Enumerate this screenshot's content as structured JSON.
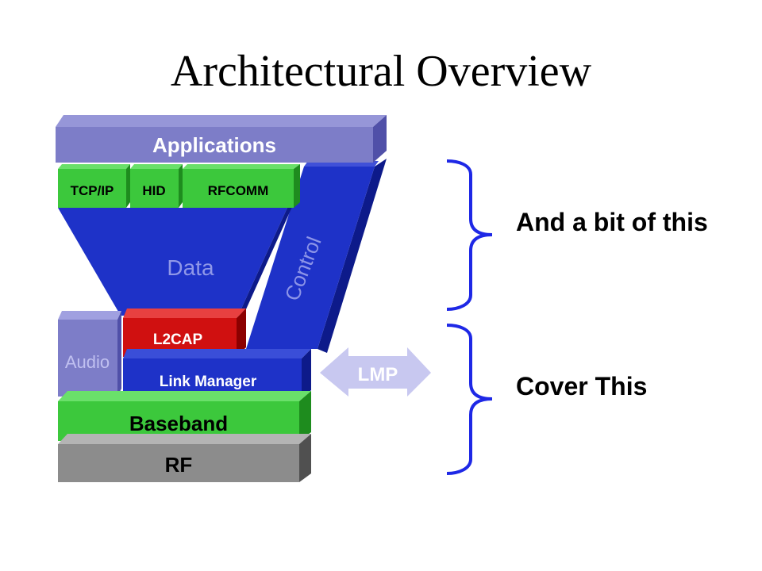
{
  "title": "Architectural Overview",
  "stack": {
    "applications": "Applications",
    "tcpip": "TCP/IP",
    "hid": "HID",
    "rfcomm": "RFCOMM",
    "data": "Data",
    "control": "Control",
    "l2cap": "L2CAP",
    "audio": "Audio",
    "link_manager": "Link Manager",
    "lmp": "LMP",
    "baseband": "Baseband",
    "rf": "RF"
  },
  "annotations": {
    "upper": "And a bit of this",
    "lower": "Cover This"
  },
  "colors": {
    "applications": "#7d7dc8",
    "green": "#3cc83c",
    "blue": "#1e32c8",
    "red": "#d01010",
    "rf": "#8c8c8c",
    "brace": "#1e28e6",
    "lmp": "#c8c8f0"
  }
}
